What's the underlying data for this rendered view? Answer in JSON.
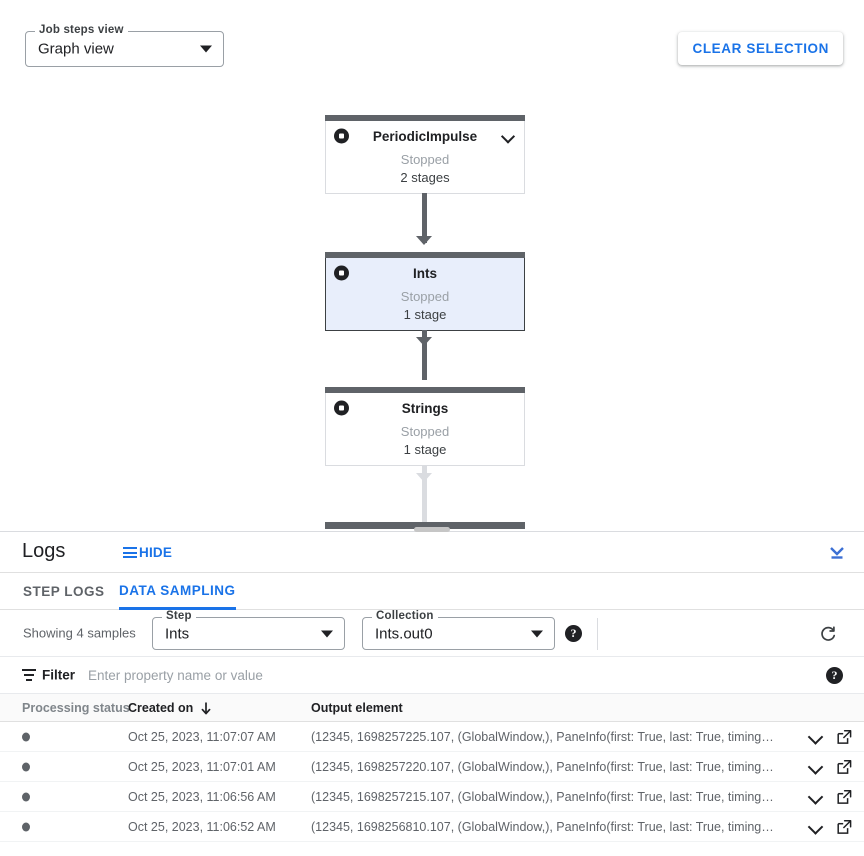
{
  "graph": {
    "job_steps_view": {
      "legend": "Job steps view",
      "value": "Graph view"
    },
    "clear_selection_label": "CLEAR SELECTION",
    "nodes": [
      {
        "title": "PeriodicImpulse",
        "status": "Stopped",
        "stages": "2 stages",
        "selected": false,
        "has_chevron": true
      },
      {
        "title": "Ints",
        "status": "Stopped",
        "stages": "1 stage",
        "selected": true,
        "has_chevron": false
      },
      {
        "title": "Strings",
        "status": "Stopped",
        "stages": "1 stage",
        "selected": false,
        "has_chevron": false
      }
    ]
  },
  "logs": {
    "title": "Logs",
    "hide_label": "HIDE",
    "tabs": [
      {
        "label": "STEP LOGS",
        "active": false
      },
      {
        "label": "DATA SAMPLING",
        "active": true
      }
    ],
    "sampling": {
      "showing_text": "Showing 4 samples",
      "step": {
        "legend": "Step",
        "value": "Ints"
      },
      "collection": {
        "legend": "Collection",
        "value": "Ints.out0"
      },
      "help_glyph": "?"
    },
    "filter": {
      "label": "Filter",
      "placeholder": "Enter property name or value",
      "value": "",
      "help_glyph": "?"
    },
    "table": {
      "columns": [
        "Processing status",
        "Created on",
        "Output element"
      ],
      "sorted_column": "Created on",
      "sort_direction": "desc",
      "rows": [
        {
          "status": "unknown",
          "created_on": "Oct 25, 2023, 11:07:07 AM",
          "output_element": "(12345, 1698257225.107, (GlobalWindow,), PaneInfo(first: True, last: True, timing…"
        },
        {
          "status": "unknown",
          "created_on": "Oct 25, 2023, 11:07:01 AM",
          "output_element": "(12345, 1698257220.107, (GlobalWindow,), PaneInfo(first: True, last: True, timing…"
        },
        {
          "status": "unknown",
          "created_on": "Oct 25, 2023, 11:06:56 AM",
          "output_element": "(12345, 1698257215.107, (GlobalWindow,), PaneInfo(first: True, last: True, timing…"
        },
        {
          "status": "unknown",
          "created_on": "Oct 25, 2023, 11:06:52 AM",
          "output_element": "(12345, 1698256810.107, (GlobalWindow,), PaneInfo(first: True, last: True, timing…"
        }
      ]
    }
  },
  "colors": {
    "accent_blue": "#1a73e8",
    "node_bar": "#5f6368",
    "selected_node_bg": "#e8eefb",
    "muted_text": "#5f6368"
  }
}
